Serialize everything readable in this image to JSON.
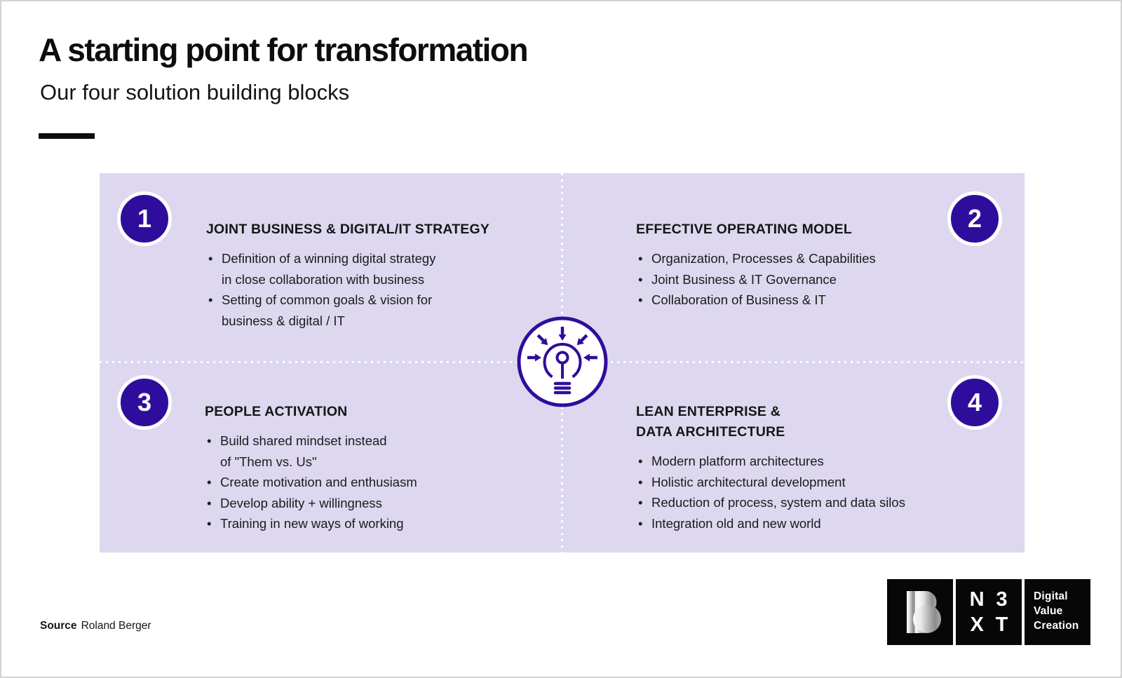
{
  "slide": {
    "title": "A starting point for transformation",
    "subtitle": "Our four solution building blocks"
  },
  "quadrants": [
    {
      "number": "1",
      "title": "JOINT BUSINESS & DIGITAL/IT STRATEGY",
      "bullets": [
        "Definition of a winning digital strategy\nin close collaboration with business",
        "Setting of common goals & vision for\nbusiness & digital / IT"
      ]
    },
    {
      "number": "2",
      "title": "EFFECTIVE OPERATING MODEL",
      "bullets": [
        "Organization, Processes & Capabilities",
        "Joint Business & IT Governance",
        "Collaboration of Business & IT"
      ]
    },
    {
      "number": "3",
      "title": "PEOPLE ACTIVATION",
      "bullets": [
        "Build shared mindset instead\nof \"Them vs. Us\"",
        "Create motivation and enthusiasm",
        "Develop ability + willingness",
        "Training in new ways of working"
      ]
    },
    {
      "number": "4",
      "title": "LEAN ENTERPRISE &\nDATA ARCHITECTURE",
      "bullets": [
        "Modern platform architectures",
        "Holistic architectural development",
        "Reduction of process, system and data silos",
        "Integration old and new world"
      ]
    }
  ],
  "bullet_char": "•",
  "center_icon": "lightbulb-convergence-icon",
  "footer": {
    "source_label": "Source",
    "source_text": "Roland Berger"
  },
  "logo": {
    "monogram": "B",
    "letters": [
      "N",
      "3",
      "X",
      "T"
    ],
    "tagline": "Digital\nValue\nCreation"
  },
  "colors": {
    "accent": "#2f0d9c",
    "panel": "#ddd8ef",
    "text": "#111111",
    "logo_bg": "#070707"
  }
}
